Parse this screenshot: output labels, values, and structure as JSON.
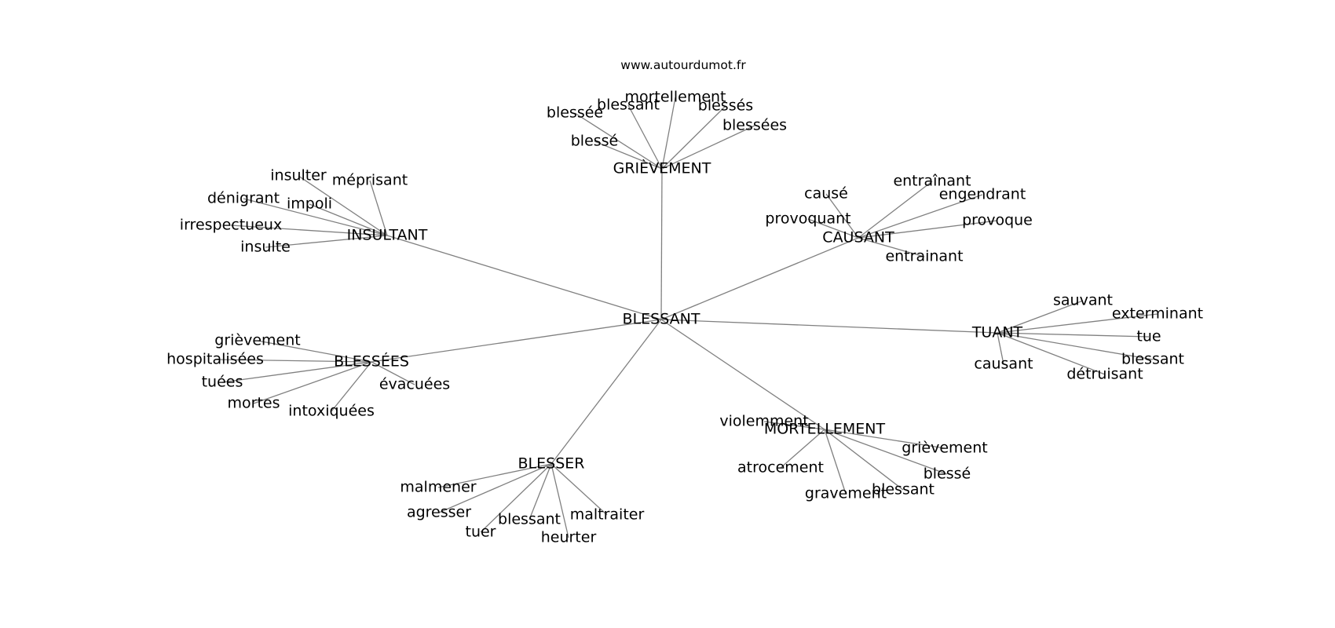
{
  "title": "www.autourdumot.fr",
  "root": "BLESSANT",
  "hubs": [
    {
      "label": "GRIÈVEMENT",
      "leaves": [
        "blessée",
        "blessant",
        "mortellement",
        "blessés",
        "blessées",
        "blessé"
      ]
    },
    {
      "label": "INSULTANT",
      "leaves": [
        "insulter",
        "méprisant",
        "dénigrant",
        "impoli",
        "irrespectueux",
        "insulte"
      ]
    },
    {
      "label": "CAUSANT",
      "leaves": [
        "causé",
        "entraînant",
        "engendrant",
        "provoquant",
        "provoque",
        "entrainant"
      ]
    },
    {
      "label": "TUANT",
      "leaves": [
        "sauvant",
        "exterminant",
        "tue",
        "blessant",
        "causant",
        "détruisant"
      ]
    },
    {
      "label": "BLESSÉES",
      "leaves": [
        "grièvement",
        "hospitalisées",
        "tuées",
        "évacuées",
        "mortes",
        "intoxiquées"
      ]
    },
    {
      "label": "MORTELLEMENT",
      "leaves": [
        "violemment",
        "grièvement",
        "atrocement",
        "blessé",
        "gravement",
        "blessant"
      ]
    },
    {
      "label": "BLESSER",
      "leaves": [
        "malmener",
        "agresser",
        "blessant",
        "maltraiter",
        "tuer",
        "heurter"
      ]
    }
  ]
}
